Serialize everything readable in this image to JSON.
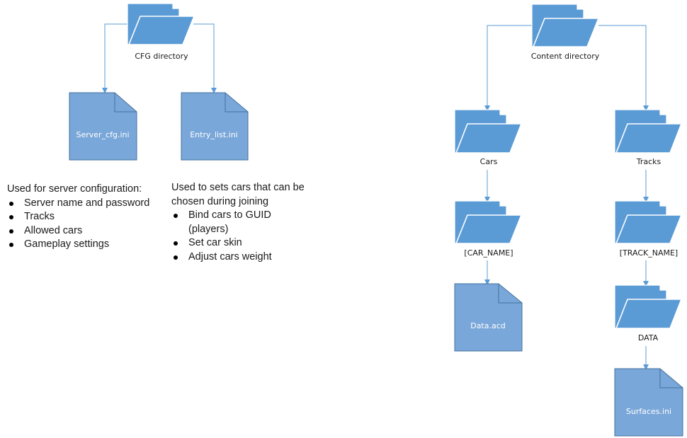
{
  "colors": {
    "folder_back": "#5B9BD5",
    "folder_front": "#5B9BD5",
    "folder_stroke": "#FFFFFF",
    "file_fill": "#7AA7D9",
    "file_stroke": "#41719C",
    "connector": "#5B9BD5"
  },
  "nodes": {
    "cfg_directory": {
      "label": "CFG directory",
      "icon": "folder-icon"
    },
    "server_cfg": {
      "label": "Server_cfg.ini",
      "icon": "file-icon"
    },
    "entry_list": {
      "label": "Entry_list.ini",
      "icon": "file-icon"
    },
    "content_directory": {
      "label": "Content directory",
      "icon": "folder-icon"
    },
    "cars": {
      "label": "Cars",
      "icon": "folder-icon"
    },
    "tracks": {
      "label": "Tracks",
      "icon": "folder-icon"
    },
    "car_name": {
      "label": "[CAR_NAME]",
      "icon": "folder-icon"
    },
    "track_name": {
      "label": "[TRACK_NAME]",
      "icon": "folder-icon"
    },
    "data_acd": {
      "label": "Data.acd",
      "icon": "file-icon"
    },
    "data": {
      "label": "DATA",
      "icon": "folder-icon"
    },
    "surfaces": {
      "label": "Surfaces.ini",
      "icon": "file-icon"
    }
  },
  "edges": [
    {
      "from": "CFG directory",
      "to": "Server_cfg.ini"
    },
    {
      "from": "CFG directory",
      "to": "Entry_list.ini"
    },
    {
      "from": "Content directory",
      "to": "Cars"
    },
    {
      "from": "Content directory",
      "to": "Tracks"
    },
    {
      "from": "Cars",
      "to": "[CAR_NAME]"
    },
    {
      "from": "[CAR_NAME]",
      "to": "Data.acd"
    },
    {
      "from": "Tracks",
      "to": "[TRACK_NAME]"
    },
    {
      "from": "[TRACK_NAME]",
      "to": "DATA"
    },
    {
      "from": "DATA",
      "to": "Surfaces.ini"
    }
  ],
  "notes": {
    "server_cfg": {
      "heading": "Used for server configuration:",
      "items": [
        "Server name and password",
        "Tracks",
        "Allowed cars",
        "Gameplay settings"
      ]
    },
    "entry_list": {
      "heading": "Used to sets cars that can be chosen during joining",
      "items": [
        "Bind cars to GUID (players)",
        "Set car skin",
        "Adjust cars weight"
      ]
    }
  }
}
